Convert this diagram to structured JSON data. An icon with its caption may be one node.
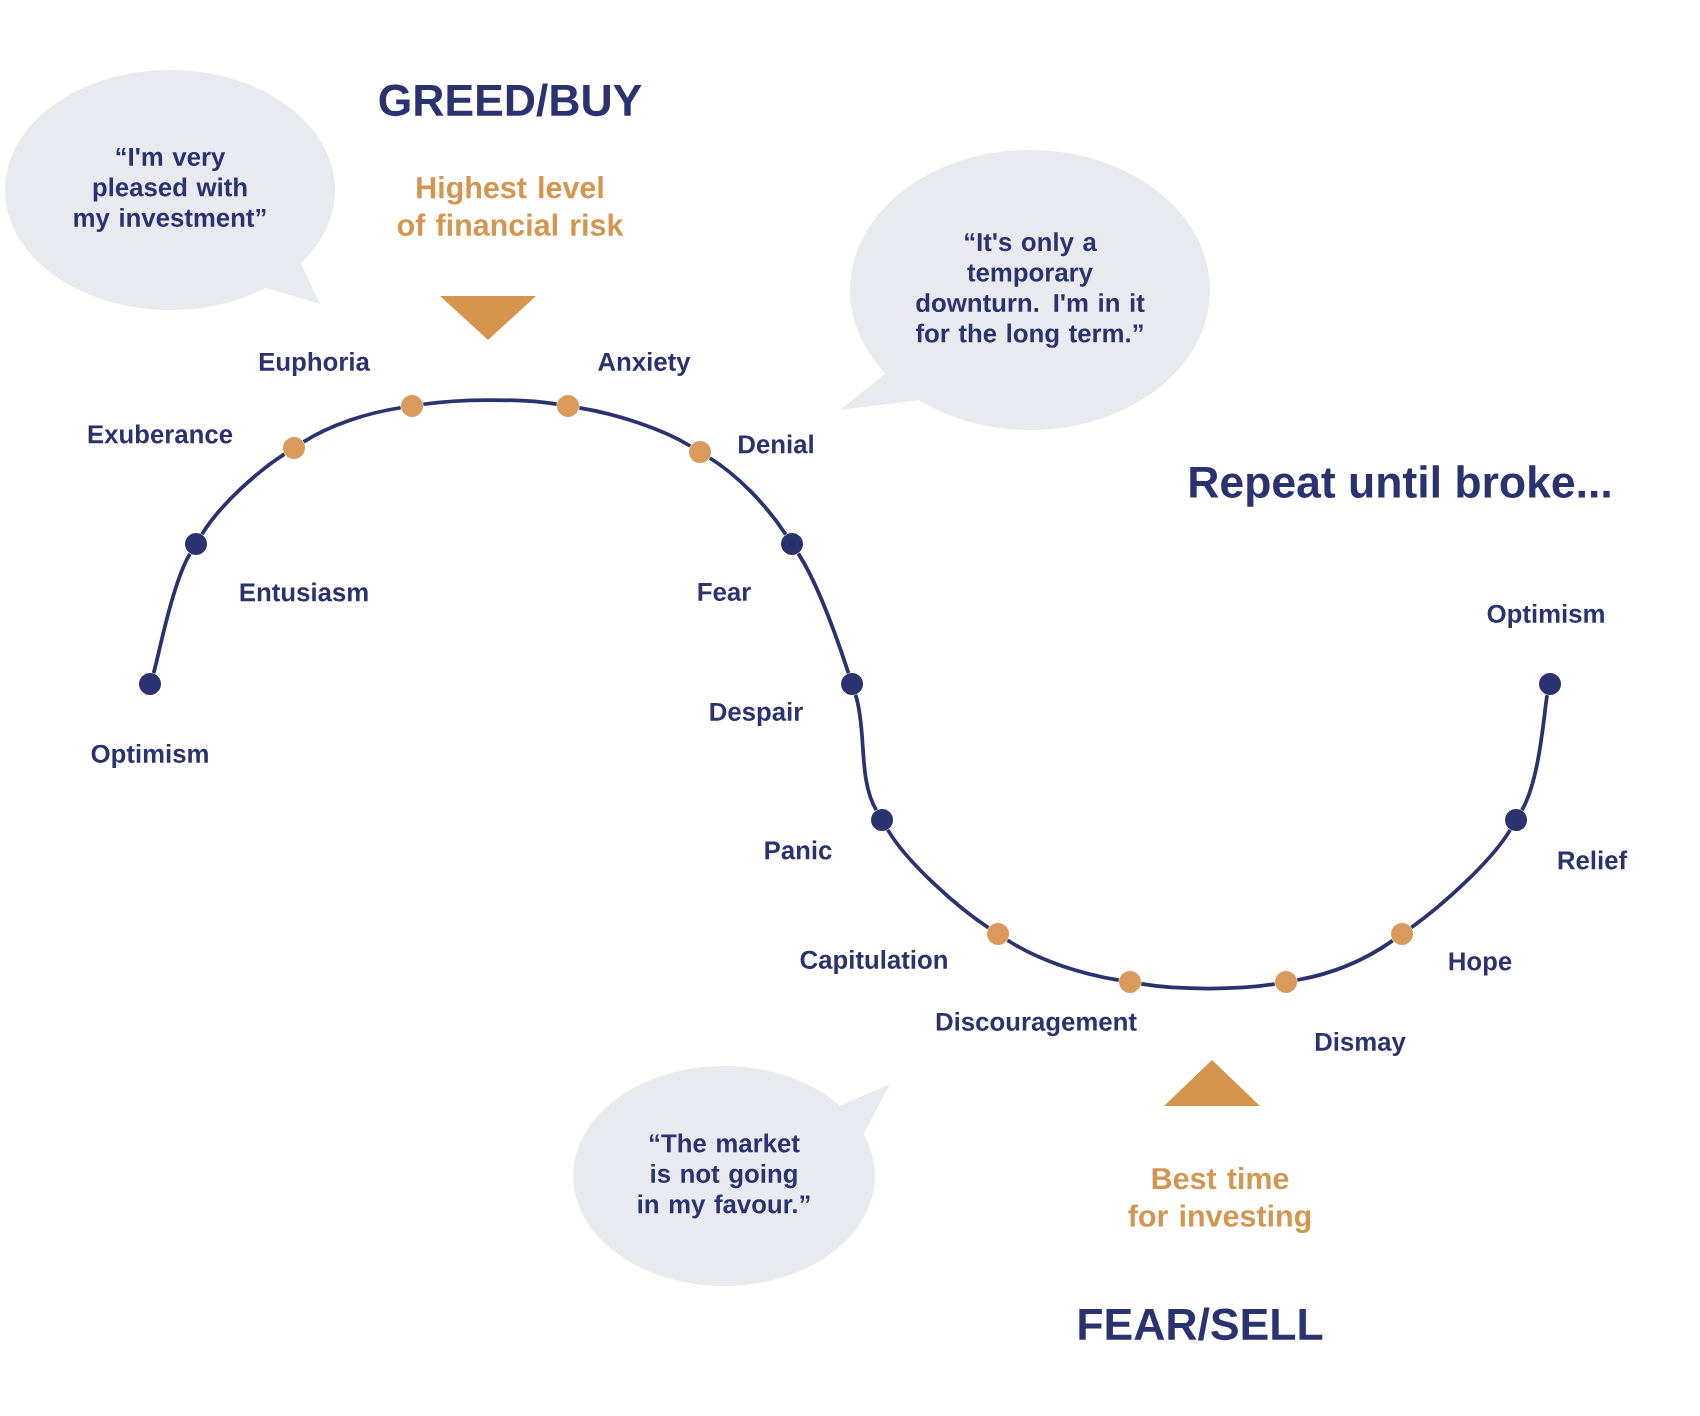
{
  "diagram": {
    "nodes": [
      {
        "text": [],
        "shape": "circle",
        "beside": [
          "Optimism"
        ]
      },
      {
        "text": [],
        "shape": "circle",
        "beside": [
          "Entusiasm"
        ]
      },
      {
        "text": [],
        "shape": "circle",
        "beside": [
          "Exuberance"
        ]
      },
      {
        "text": [],
        "shape": "circle",
        "beside": [
          "Euphoria"
        ]
      },
      {
        "text": [],
        "shape": "circle",
        "beside": [
          "Anxiety"
        ]
      },
      {
        "text": [],
        "shape": "circle",
        "beside": [
          "Denial"
        ]
      },
      {
        "text": [],
        "shape": "circle",
        "beside": [
          "Fear"
        ]
      },
      {
        "text": [],
        "shape": "circle",
        "beside": [
          "Despair"
        ]
      },
      {
        "text": [],
        "shape": "circle",
        "beside": [
          "Panic"
        ]
      },
      {
        "text": [],
        "shape": "circle",
        "beside": [
          "Capitulation"
        ]
      },
      {
        "text": [],
        "shape": "circle",
        "beside": [
          "Discouragement"
        ]
      },
      {
        "text": [],
        "shape": "circle",
        "beside": [
          "Dismay"
        ]
      },
      {
        "text": [],
        "shape": "circle",
        "beside": [
          "Hope"
        ]
      },
      {
        "text": [],
        "shape": "circle",
        "beside": [
          "Relief"
        ]
      },
      {
        "text": [],
        "shape": "circle",
        "beside": [
          "Optimism"
        ]
      },
      {
        "text": [
          "“I'm very pleased with my investment”"
        ]
      },
      {
        "text": [
          "“It's only a temporary downturn. I'm in it for the long term.”"
        ]
      },
      {
        "text": [
          "“The market is not going in my favour.”"
        ]
      }
    ],
    "edges": [
      {
        "from": 0,
        "to": 1,
        "arrow": "none"
      },
      {
        "from": 1,
        "to": 2,
        "arrow": "none"
      },
      {
        "from": 2,
        "to": 3,
        "arrow": "none"
      },
      {
        "from": 3,
        "to": 4,
        "arrow": "none"
      },
      {
        "from": 4,
        "to": 5,
        "arrow": "none"
      },
      {
        "from": 5,
        "to": 6,
        "arrow": "none"
      },
      {
        "from": 6,
        "to": 7,
        "arrow": "none"
      },
      {
        "from": 7,
        "to": 8,
        "arrow": "none"
      },
      {
        "from": 8,
        "to": 9,
        "arrow": "none"
      },
      {
        "from": 9,
        "to": 10,
        "arrow": "none"
      },
      {
        "from": 10,
        "to": 11,
        "arrow": "none"
      },
      {
        "from": 11,
        "to": 12,
        "arrow": "none"
      },
      {
        "from": 12,
        "to": 13,
        "arrow": "none"
      },
      {
        "from": 13,
        "to": 14,
        "arrow": "none"
      }
    ],
    "labels": [
      "GREED/BUY",
      "Highest level of financial risk",
      "Repeat until broke...",
      "Best time for investing",
      "FEAR/SELL"
    ]
  }
}
